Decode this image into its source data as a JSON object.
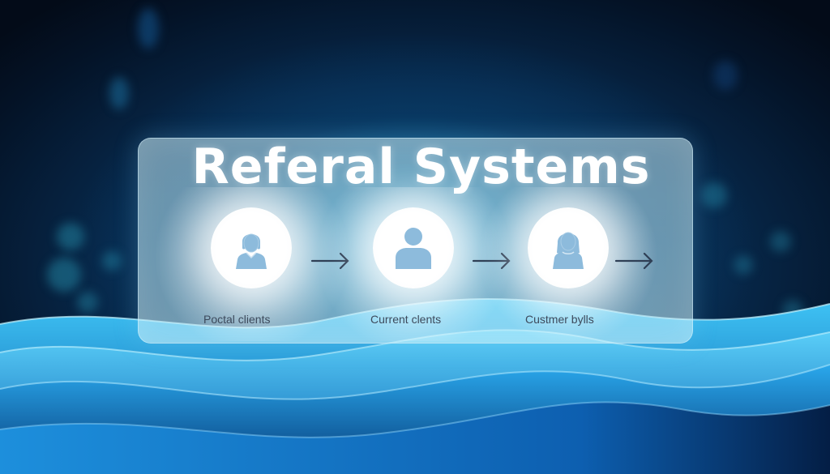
{
  "card": {
    "title": "Referal Systems"
  },
  "steps": [
    {
      "label": "Poctal clients",
      "icon": "businesswoman-icon"
    },
    {
      "label": "Current clents",
      "icon": "user-icon"
    },
    {
      "label": "Custmer bylls",
      "icon": "woman-user-icon"
    }
  ],
  "colors": {
    "background_dark": "#04101f",
    "background_glow": "#0b4a75",
    "wave_blue": "#1aa8e8",
    "icon_fill": "#8dbbdc",
    "arrow": "#2f3f55",
    "label_text": "#3d4a5c",
    "title_text": "#ffffff"
  }
}
